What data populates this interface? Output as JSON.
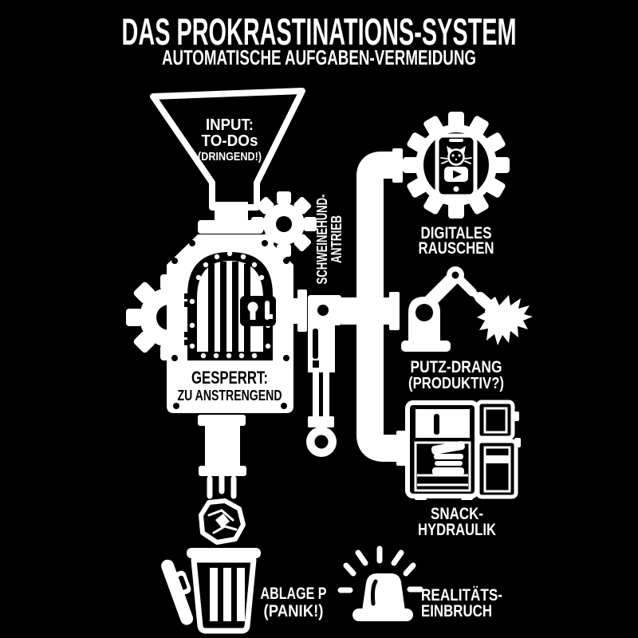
{
  "colors": {
    "background": "#000000",
    "ink": "#ffffff"
  },
  "header": {
    "title": "DAS PROKRASTINATIONS-SYSTEM",
    "subtitle": "AUTOMATISCHE AUFGABEN-VERMEIDUNG"
  },
  "machine": {
    "funnel": {
      "line1": "INPUT:",
      "line2": "TO-DOs",
      "line3": "(DRINGEND!)"
    },
    "door": {
      "line1": "GESPERRT:",
      "line2": "ZU ANSTRENGEND"
    },
    "drive": {
      "line1": "SCHWEINEHUND-",
      "line2": "ANTRIEB"
    }
  },
  "outputs": {
    "digital": {
      "line1": "DIGITALES",
      "line2": "RAUSCHEN"
    },
    "cleaning": {
      "line1": "PUTZ-DRANG",
      "line2": "(PRODUKTIV?)"
    },
    "snack": {
      "line1": "SNACK-",
      "line2": "HYDRAULIK"
    },
    "trash": {
      "line1": "ABLAGE P",
      "line2": "(PANIK!)"
    },
    "alarm": {
      "line1": "REALITÄTS-",
      "line2": "EINBRUCH"
    }
  },
  "icons": [
    "funnel-icon",
    "gear-icon",
    "locked-door-machine-icon",
    "padlock-icon",
    "piston-icon",
    "pipe",
    "smartphone-cat-video-icon",
    "robot-arm-duster-icon",
    "fridge-sandwich-icon",
    "trash-can-icon",
    "crumpled-paper-icon",
    "siren-icon"
  ]
}
